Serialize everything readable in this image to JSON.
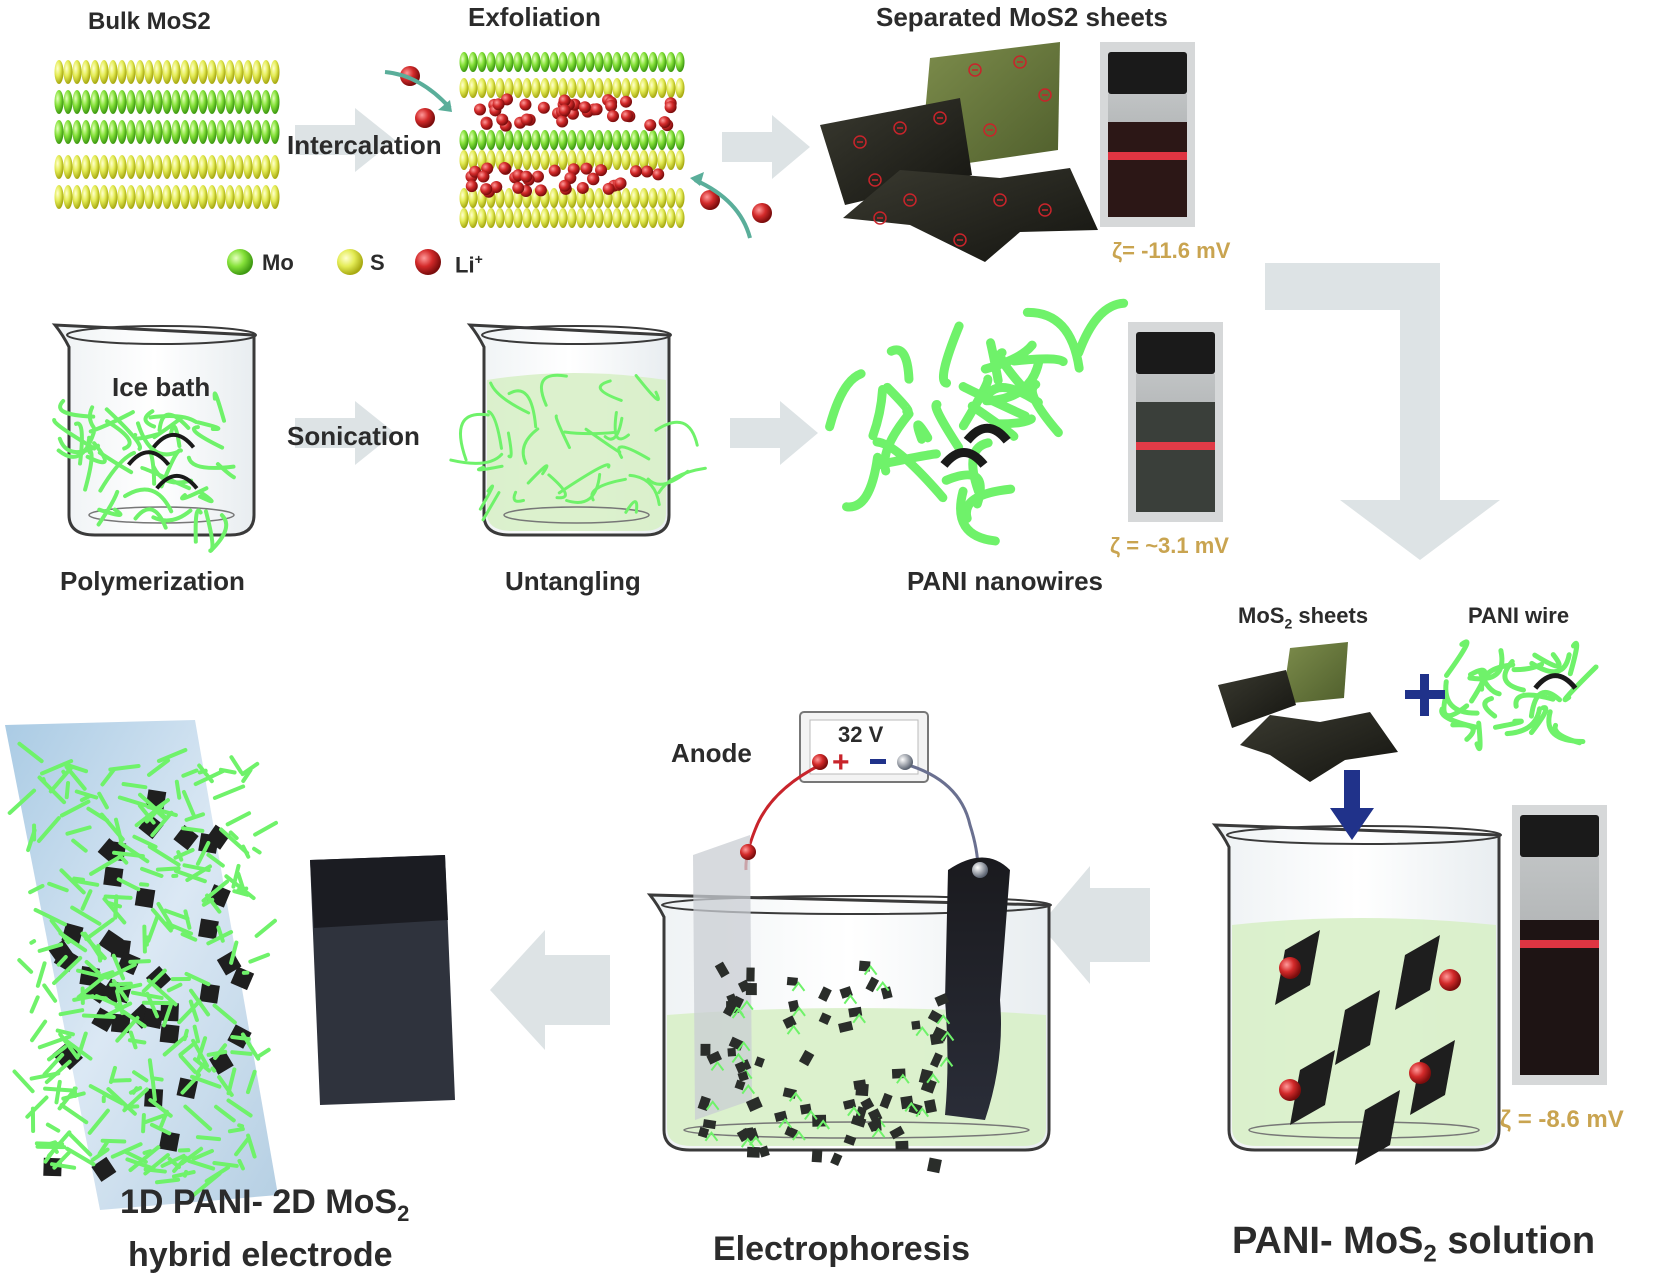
{
  "labels": {
    "bulk": "Bulk MoS2",
    "exfoliation": "Exfoliation",
    "intercalation": "Intercalation",
    "separated": "Separated MoS2 sheets",
    "legend_mo": "Mo",
    "legend_s": "S",
    "legend_li": "Li",
    "legend_li_sup": "+",
    "ice_bath": "Ice bath",
    "sonication": "Sonication",
    "polymerization": "Polymerization",
    "untangling": "Untangling",
    "pani_nanowires": "PANI nanowires",
    "mos2_sheets_pre": "MoS",
    "mos2_sheets_sub": "2",
    "mos2_sheets_post": " sheets",
    "pani_wire": "PANI wire",
    "anode": "Anode",
    "voltage": "32 V",
    "electrophoresis": "Electrophoresis",
    "solution_pre": "PANI- MoS",
    "solution_sub": "2",
    "solution_post": " solution",
    "hybrid_line1_pre": "1D PANI- 2D MoS",
    "hybrid_line1_sub": "2",
    "hybrid_line2": "hybrid electrode",
    "zeta1": "ζ= -11.6 mV",
    "zeta2": "ζ = ~3.1 mV",
    "zeta3": "ζ = -8.6 mV"
  },
  "colors": {
    "green": "#6ff26a",
    "yellow": "#e8f06a",
    "red": "#c8242b",
    "arrow": "#dde3e5",
    "zeta": "#c9a450",
    "navy": "#20328a",
    "liquid": "#d8efc8"
  }
}
